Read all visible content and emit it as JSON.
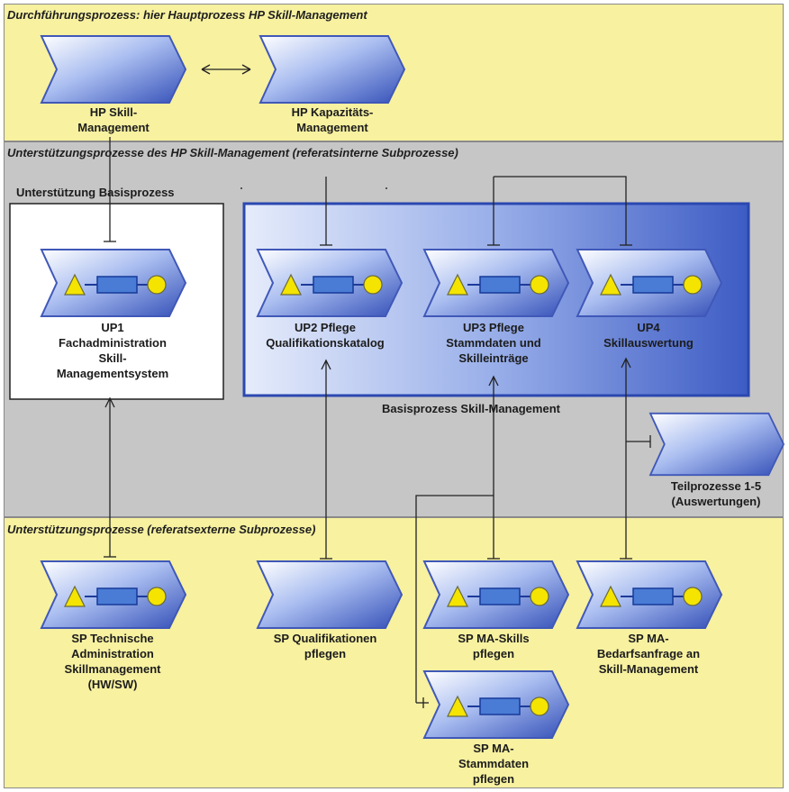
{
  "lanes": {
    "main": "Durchführungsprozess: hier Hauptprozess HP Skill-Management",
    "internal": "Unterstützungsprozesse des HP Skill-Management (referatsinterne Subprozesse)",
    "external": "Unterstützungsprozesse (referatsexterne Subprozesse)"
  },
  "groups": {
    "support_basis": "Unterstützung Basisprozess",
    "basis": "Basisprozess Skill-Management"
  },
  "processes": {
    "hp_skill": [
      "HP Skill-",
      "Management"
    ],
    "hp_kap": [
      "HP Kapazitäts-",
      "Management"
    ],
    "up1": [
      "UP1",
      "Fachadministration",
      "Skill-",
      "Managementsystem"
    ],
    "up2": [
      "UP2 Pflege",
      "Qualifikationskatalog"
    ],
    "up3": [
      "UP3 Pflege",
      "Stammdaten und",
      "Skilleinträge"
    ],
    "up4": [
      "UP4",
      "Skillauswertung"
    ],
    "teil": [
      "Teilprozesse 1-5",
      "(Auswertungen)"
    ],
    "sp_tech": [
      "SP Technische",
      "Administration",
      "Skillmanagement",
      "(HW/SW)"
    ],
    "sp_quali": [
      "SP Qualifikationen",
      "pflegen"
    ],
    "sp_skills": [
      "SP MA-Skills",
      "pflegen"
    ],
    "sp_bedarf": [
      "SP MA-",
      "Bedarfsanfrage an",
      "Skill-Management"
    ],
    "sp_stamm": [
      "SP MA-",
      "Stammdaten",
      "pflegen"
    ]
  },
  "colors": {
    "lane_yellow": "#f7f1a0",
    "lane_grey": "#c6c6c6",
    "basis_blue": "#3d5cc4",
    "chevron_blue": "#4a6cd4",
    "symbol_yellow": "#f4e400"
  }
}
